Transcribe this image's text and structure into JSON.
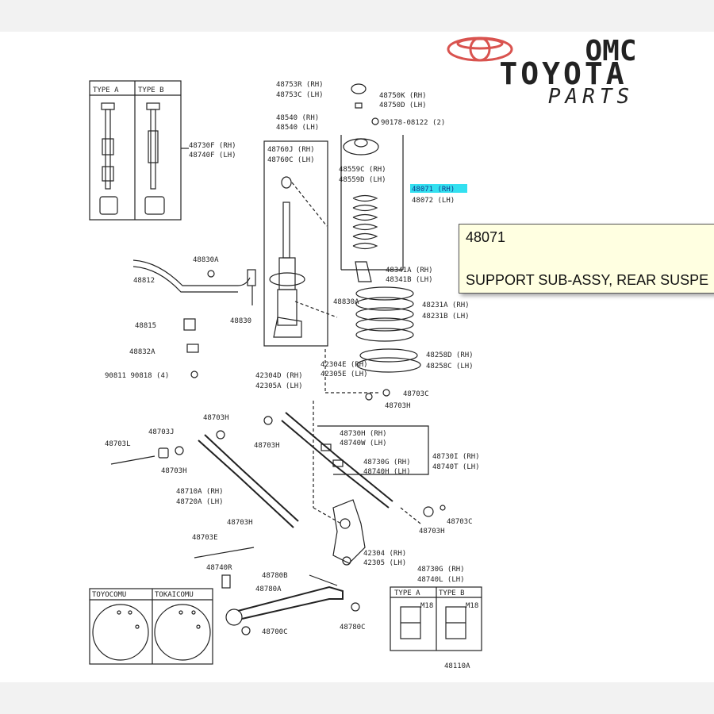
{
  "logo": {
    "brand_line1": "OMC",
    "brand_line2": "TOYOTA",
    "brand_line3": "PARTS",
    "color": "#d9534f"
  },
  "tooltip": {
    "code": "48071",
    "description": "SUPPORT SUB-ASSY, REAR SUSPE"
  },
  "highlight_color": "#33e0f0",
  "inset_types": {
    "type_a": "TYPE A",
    "type_b": "TYPE B"
  },
  "bottom_insets": {
    "left1": "TOYOCOMU",
    "left2": "TOKAICOMU",
    "type_a": "TYPE A",
    "type_b": "TYPE B",
    "m18a": "M18",
    "m18b": "M18"
  },
  "labels": {
    "p48753R": "48753R (RH)",
    "p48753C": "48753C (LH)",
    "p48750K": "48750K (RH)",
    "p48750D": "48750D (LH)",
    "p48540": "48540 (RH)",
    "p48541": "48540 (LH)",
    "p90178": "90178-08122 (2)",
    "p48760J": "48760J (RH)",
    "p48760C": "48760C (LH)",
    "p48559C": "48559C (RH)",
    "p48559D": "48559D (LH)",
    "p48071": "48071 (RH)",
    "p48072": "48072 (LH)",
    "p48730F": "48730F (RH)",
    "p48740F": "48740F (LH)",
    "p48830A": "48830A",
    "p48812": "48812",
    "p48830": "48830",
    "p48830A2": "48830A",
    "p48341A": "48341A (RH)",
    "p48341B": "48341B (LH)",
    "p48231A": "48231A (RH)",
    "p48231B": "48231B (LH)",
    "p48815": "48815",
    "p48832A": "48832A",
    "p90811": "90811 90818 (4)",
    "p42304D": "42304D (RH)",
    "p42305A": "42305A (LH)",
    "p42304E": "42304E (RH)",
    "p42305E": "42305E (LH)",
    "p48258D": "48258D (RH)",
    "p48258C": "48258C (LH)",
    "p48703C": "48703C",
    "p48703H1": "48703H",
    "p48703H2": "48703H",
    "p48703L": "48703L",
    "p48703J": "48703J",
    "p48703H3": "48703H",
    "p48703H4": "48703H",
    "p48730H": "48730H (RH)",
    "p48740W": "48740W (LH)",
    "p48730G": "48730G (RH)",
    "p48740H": "48740H (LH)",
    "p48730I": "48730I (RH)",
    "p48740T": "48740T (LH)",
    "p48710A": "48710A (RH)",
    "p48720A": "48720A (LH)",
    "p48703H5": "48703H",
    "p48703E": "48703E",
    "p48703C2": "48703C",
    "p48703H6": "48703H",
    "p42304": "42304 (RH)",
    "p42305": "42305 (LH)",
    "p48740R": "48740R",
    "p48780B": "48780B",
    "p48780A": "48780A",
    "p48730G2": "48730G (RH)",
    "p48740L": "48740L (LH)",
    "p48700C": "48700C",
    "p48780C": "48780C",
    "p48110A": "48110A"
  }
}
